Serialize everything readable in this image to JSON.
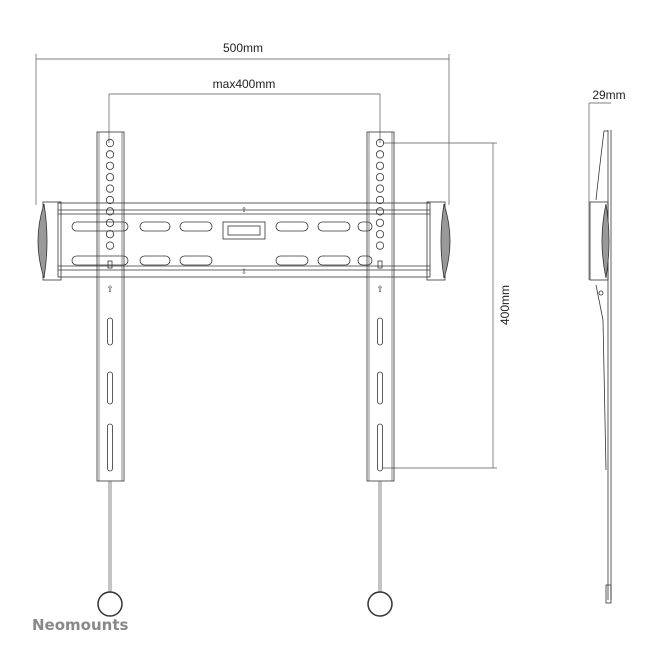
{
  "dimensions": {
    "width_total": "500mm",
    "vesa_max": "max400mm",
    "vertical": "400mm",
    "depth": "29mm"
  },
  "brand": "Neomounts",
  "colors": {
    "line": "#333333",
    "logo": "#888888"
  }
}
